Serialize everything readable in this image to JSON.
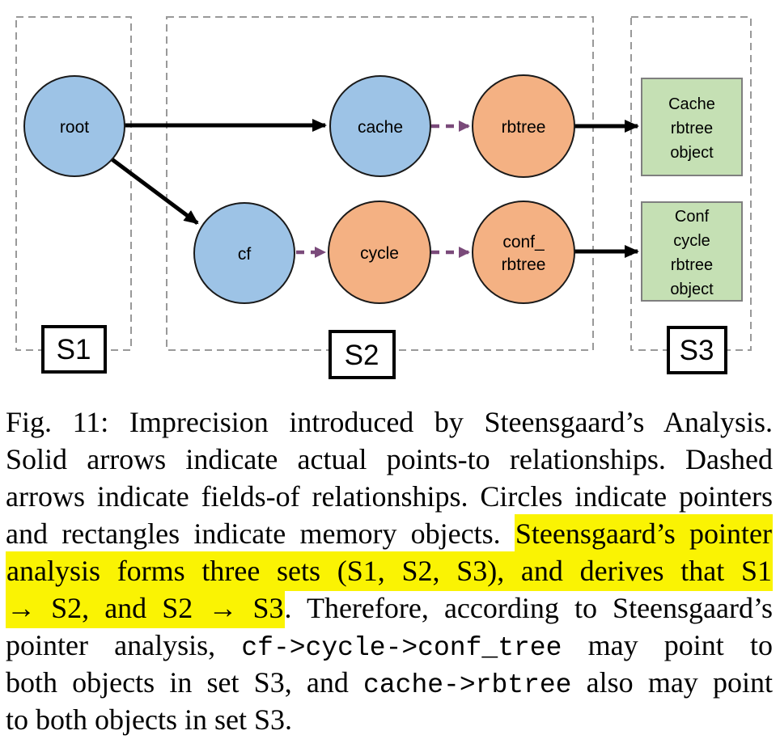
{
  "figure": {
    "sets": {
      "s1": "S1",
      "s2": "S2",
      "s3": "S3"
    },
    "nodes": {
      "root": "root",
      "cache": "cache",
      "rbtree": "rbtree",
      "cf": "cf",
      "cycle": "cycle",
      "conf_rbtree_line1": "conf_",
      "conf_rbtree_line2": "rbtree"
    },
    "memory_objects": {
      "cache_rbtree": {
        "line1": "Cache",
        "line2": "rbtree",
        "line3": "object"
      },
      "conf_cycle_rbtree": {
        "line1": "Conf",
        "line2": "cycle",
        "line3": "rbtree",
        "line4": "object"
      }
    },
    "colors": {
      "pointer_fill_blue": "#9DC3E6",
      "pointer_fill_orange": "#F4B183",
      "object_fill_green": "#C5E0B4",
      "fields_of_arrow_purple": "#7A4A7A",
      "solid_arrow_black": "#000000",
      "set_boundary_gray": "#999999",
      "highlight_yellow": "#FAF303"
    }
  },
  "caption": {
    "line1": "Fig. 11: Imprecision introduced by Steensgaard’s Analysis.",
    "line2": "Solid arrows indicate actual points-to relationships. Dashed",
    "line3": "arrows indicate fields-of relationships. Circles indicate pointers",
    "line4_plain": "and rectangles indicate memory objects. ",
    "line4_highlight": "Steensgaard’s pointer",
    "line5_highlight": "analysis forms three sets (S1, S2, S3), and derives that S1",
    "line6_highlight": "→ S2, and S2 → S3",
    "line6_plain": ". Therefore, according to Steensgaard’s",
    "line7_plain_a": "pointer analysis, ",
    "line7_code": "cf->cycle->conf_tree",
    "line7_plain_b": " may point to",
    "line8_plain_a": "both objects in set S3, and ",
    "line8_code": "cache->rbtree",
    "line8_plain_b": " also may point",
    "line9": "to both objects in set S3."
  }
}
